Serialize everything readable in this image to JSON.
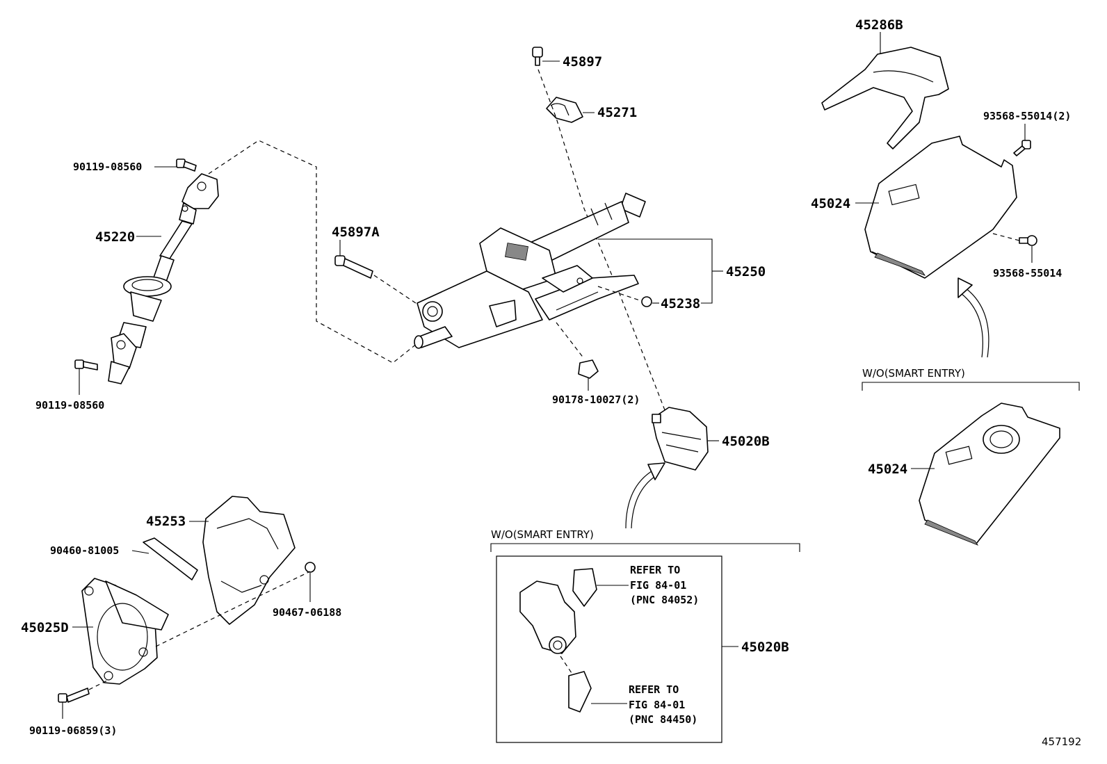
{
  "labels": {
    "p45897": "45897",
    "p45271": "45271",
    "p45286B": "45286B",
    "p93568_55014_2": "93568-55014(2)",
    "p90119_08560_top": "90119-08560",
    "p45220": "45220",
    "p45897A": "45897A",
    "p45024_top": "45024",
    "p45250": "45250",
    "p93568_55014": "93568-55014",
    "p45238": "45238",
    "p90119_08560_bottom": "90119-08560",
    "p90178_10027_2": "90178-10027(2)",
    "p45020B_top": "45020B",
    "p45024_bottom": "45024",
    "p45253": "45253",
    "p90460_81005": "90460-81005",
    "p90467_06188": "90467-06188",
    "p45025D": "45025D",
    "p45020B_bottom": "45020B",
    "p90119_06859_3": "90119-06859(3)"
  },
  "sections": {
    "right_wo_smart_entry": "W/O(SMART ENTRY)",
    "bottom_wo_smart_entry": "W/O(SMART ENTRY)"
  },
  "references": {
    "ref1": {
      "line1": "REFER TO",
      "line2": "FIG 84-01",
      "line3": "(PNC 84052)"
    },
    "ref2": {
      "line1": "REFER TO",
      "line2": "FIG 84-01",
      "line3": "(PNC 84450)"
    }
  },
  "figure_id": "457192"
}
